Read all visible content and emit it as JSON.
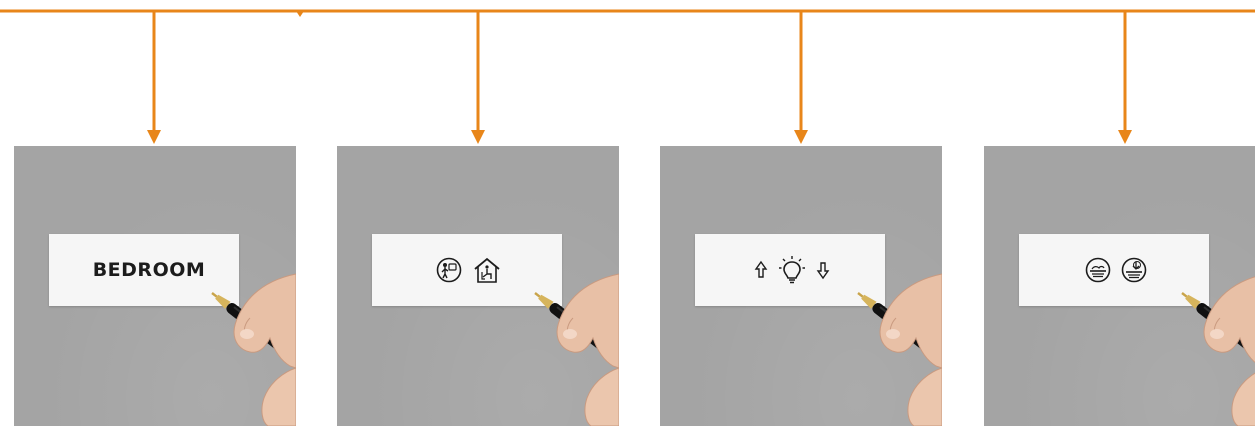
{
  "colors": {
    "accent": "#e8861a",
    "panel_bg": "#a4a4a4",
    "card_bg": "#f6f6f6"
  },
  "panels": [
    {
      "type": "text",
      "label_text": "BEDROOM"
    },
    {
      "type": "icons",
      "icons": [
        "person-with-speech-icon",
        "house-with-chair-icon"
      ]
    },
    {
      "type": "icons",
      "icons": [
        "up-arrow-icon",
        "light-bulb-icon",
        "down-arrow-icon"
      ]
    },
    {
      "type": "icons",
      "icons": [
        "blind-up-icon",
        "blind-down-icon"
      ]
    }
  ]
}
